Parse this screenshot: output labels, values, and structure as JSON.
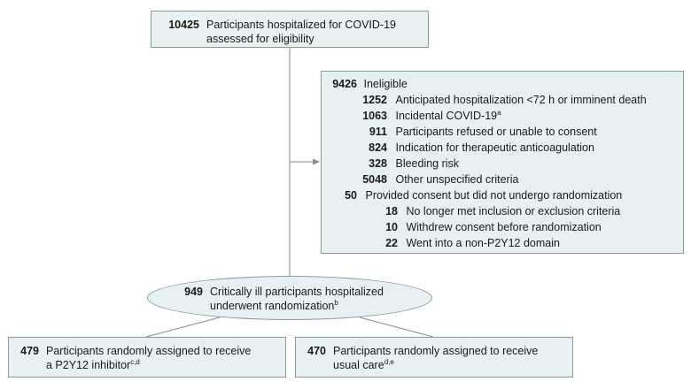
{
  "top_box": {
    "count": "10425",
    "line1": "Participants hospitalized for COVID-19",
    "line2": "assessed for eligibility"
  },
  "ineligible": {
    "count": "9426",
    "label": "Ineligible",
    "items": [
      {
        "count": "1252",
        "label": "Anticipated hospitalization <72 h or imminent death",
        "sup": ""
      },
      {
        "count": "1063",
        "label": "Incidental COVID-19",
        "sup": "a"
      },
      {
        "count": "911",
        "label": "Participants refused or unable to consent",
        "sup": ""
      },
      {
        "count": "824",
        "label": "Indication for therapeutic anticoagulation",
        "sup": ""
      },
      {
        "count": "328",
        "label": "Bleeding risk",
        "sup": ""
      },
      {
        "count": "5048",
        "label": "Other unspecified criteria",
        "sup": ""
      }
    ],
    "consent": {
      "count": "50",
      "label": "Provided consent but did not undergo randomization",
      "items": [
        {
          "count": "18",
          "label": "No longer met inclusion or exclusion criteria"
        },
        {
          "count": "10",
          "label": "Withdrew consent before randomization"
        },
        {
          "count": "22",
          "label": "Went into a non-P2Y12 domain"
        }
      ]
    }
  },
  "randomized": {
    "count": "949",
    "line1": "Critically ill participants hospitalized",
    "line2": "underwent randomization",
    "sup": "b"
  },
  "arm_p2y12": {
    "count": "479",
    "line1": "Participants randomly assigned to receive",
    "line2": "a P2Y12 inhibitor",
    "sup": "c,d"
  },
  "arm_usual": {
    "count": "470",
    "line1": "Participants randomly assigned to receive",
    "line2": "usual care",
    "sup": "d,e"
  }
}
